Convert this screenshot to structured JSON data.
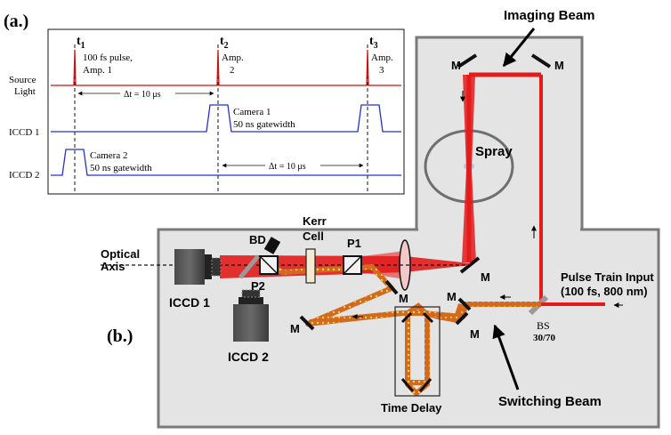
{
  "part_a": {
    "label": "(a.)",
    "t1": {
      "t": "t",
      "sub": "1",
      "note_line1": "100 fs pulse,",
      "note_line2": "Amp. 1"
    },
    "t2": {
      "t": "t",
      "sub": "2",
      "note_line1": "Amp.",
      "note_line2": "2"
    },
    "t3": {
      "t": "t",
      "sub": "3",
      "note_line1": "Amp.",
      "note_line2": "3"
    },
    "row_source_line1": "Source",
    "row_source_line2": "Light",
    "row_iccd1": "ICCD 1",
    "row_iccd2": "ICCD 2",
    "camera1_line1": "Camera 1",
    "camera1_line2": "50 ns gatewidth",
    "camera2_line1": "Camera 2",
    "camera2_line2": "50 ns gatewidth",
    "delta_t_1": "Δt = 10 μs",
    "delta_t_2": "Δt = 10 μs",
    "colors": {
      "source": "#cc1111",
      "camera": "#2233cc"
    }
  },
  "part_b": {
    "label": "(b.)",
    "imaging_beam": "Imaging Beam",
    "spray": "Spray",
    "kerr_line1": "Kerr",
    "kerr_line2": "Cell",
    "bd": "BD",
    "p1": "P1",
    "p2": "P2",
    "optical_line1": "Optical",
    "optical_line2": "Axis",
    "iccd1": "ICCD 1",
    "iccd2": "ICCD 2",
    "mirror": "M",
    "pulse_train_line1": "Pulse Train Input",
    "pulse_train_line2": "(100 fs, 800 nm)",
    "bs_line1": "BS",
    "bs_line2": "30/70",
    "time_delay": "Time Delay",
    "switching_beam": "Switching Beam",
    "colors": {
      "beam": "#e31b1b",
      "switching": "#d2691e",
      "switching_dots": "#ffd84a",
      "panel": "#e4e4e4"
    }
  }
}
